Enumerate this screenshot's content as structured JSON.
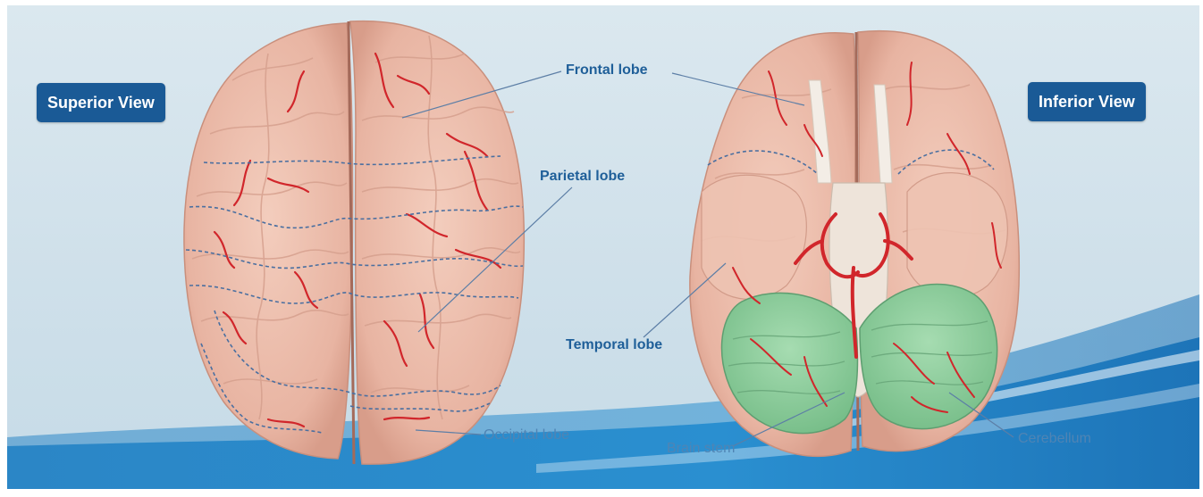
{
  "views": {
    "superior": "Superior View",
    "inferior": "Inferior View"
  },
  "labels": {
    "frontal": "Frontal lobe",
    "parietal": "Parietal lobe",
    "temporal": "Temporal lobe",
    "occipital": "Occipital lobe",
    "brain_stem": "Brain stem",
    "cerebellum": "Cerebellum"
  },
  "colors": {
    "background": "#cfe0ea",
    "badge": "#1a5a96",
    "label_text": "#1f5f99",
    "brain_tissue": "#ecbdab",
    "vessel": "#d1262b",
    "cerebellum": "#8fcf9e",
    "brainstem": "#eee4da",
    "wave": "#1e7ec3"
  }
}
